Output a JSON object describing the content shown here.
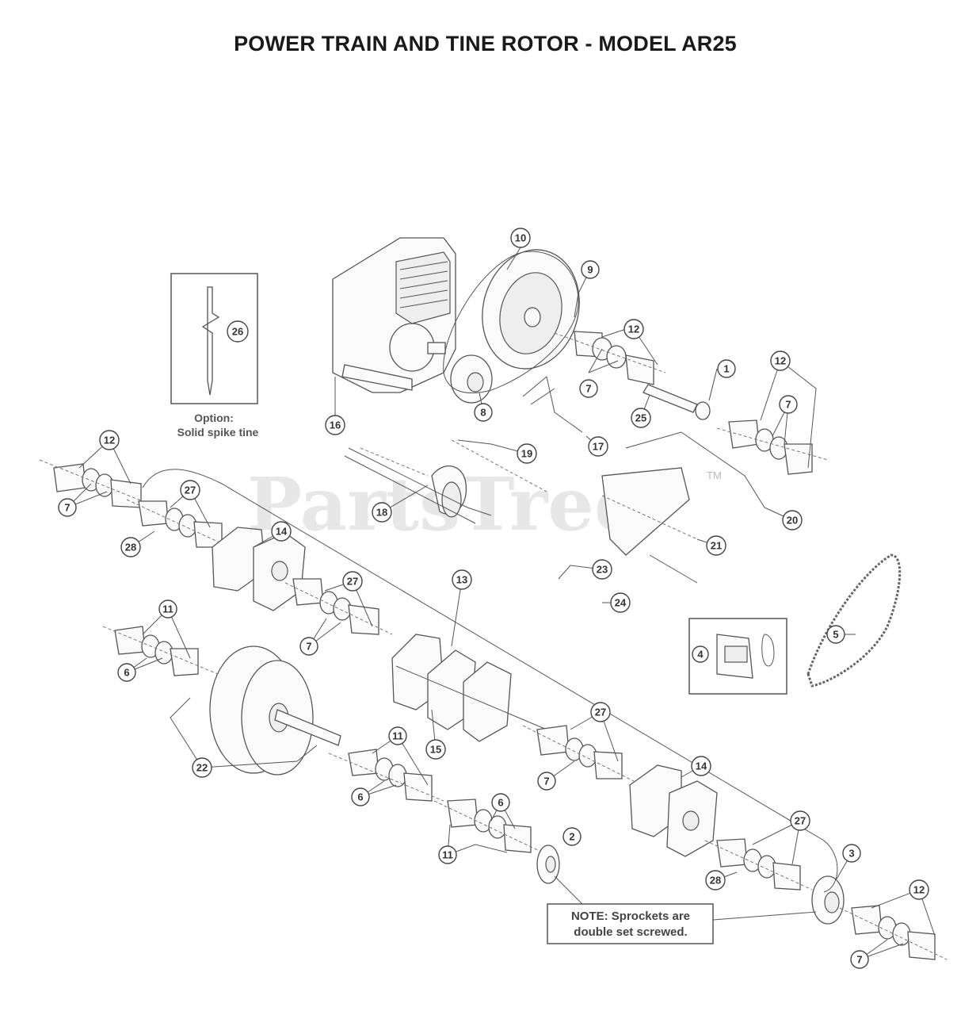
{
  "title": "POWER TRAIN AND TINE ROTOR - MODEL AR25",
  "watermark": {
    "text": "PartsTree",
    "tm": "TM"
  },
  "option_box": {
    "line1": "Option:",
    "line2": "Solid spike tine"
  },
  "note_box": {
    "line1": "NOTE: Sprockets are",
    "line2": "double set screwed."
  },
  "callouts": [
    {
      "label": "1"
    },
    {
      "label": "2"
    },
    {
      "label": "3"
    },
    {
      "label": "4"
    },
    {
      "label": "5"
    },
    {
      "label": "6"
    },
    {
      "label": "6"
    },
    {
      "label": "6"
    },
    {
      "label": "7"
    },
    {
      "label": "7"
    },
    {
      "label": "7"
    },
    {
      "label": "7"
    },
    {
      "label": "7"
    },
    {
      "label": "7"
    },
    {
      "label": "7"
    },
    {
      "label": "8"
    },
    {
      "label": "9"
    },
    {
      "label": "10"
    },
    {
      "label": "11"
    },
    {
      "label": "11"
    },
    {
      "label": "11"
    },
    {
      "label": "12"
    },
    {
      "label": "12"
    },
    {
      "label": "12"
    },
    {
      "label": "12"
    },
    {
      "label": "13"
    },
    {
      "label": "14"
    },
    {
      "label": "14"
    },
    {
      "label": "15"
    },
    {
      "label": "16"
    },
    {
      "label": "17"
    },
    {
      "label": "18"
    },
    {
      "label": "19"
    },
    {
      "label": "20"
    },
    {
      "label": "21"
    },
    {
      "label": "22"
    },
    {
      "label": "23"
    },
    {
      "label": "24"
    },
    {
      "label": "25"
    },
    {
      "label": "26"
    },
    {
      "label": "27"
    },
    {
      "label": "27"
    },
    {
      "label": "27"
    },
    {
      "label": "27"
    },
    {
      "label": "28"
    },
    {
      "label": "28"
    }
  ]
}
